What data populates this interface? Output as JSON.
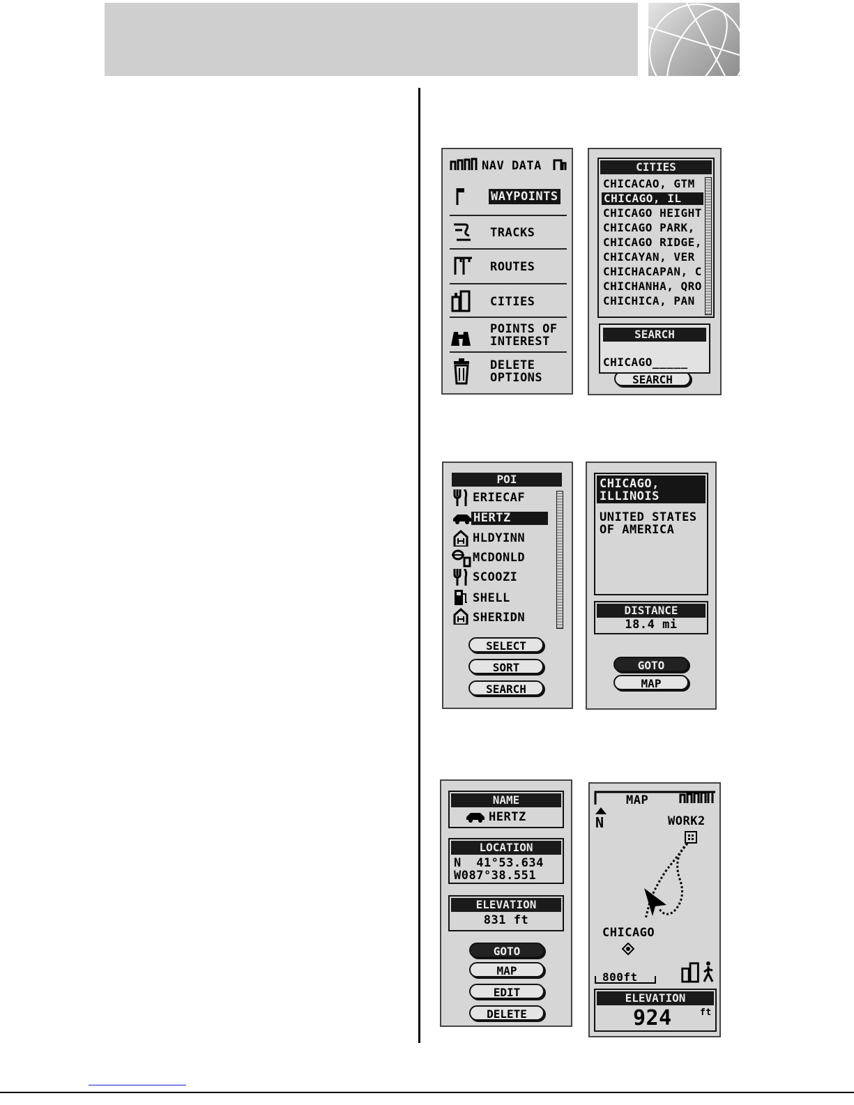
{
  "screens": {
    "nav_data": {
      "title": "NAV DATA",
      "items": [
        "WAYPOINTS",
        "TRACKS",
        "ROUTES",
        "CITIES"
      ],
      "poi_line1": "POINTS OF",
      "poi_line2": "INTEREST",
      "delete_line1": "DELETE",
      "delete_line2": "OPTIONS"
    },
    "cities": {
      "title": "CITIES",
      "items": [
        "CHICACAO, GTM",
        "CHICAGO, IL",
        "CHICAGO HEIGHT",
        "CHICAGO PARK,",
        "CHICAGO RIDGE,",
        "CHICAYAN, VER",
        "CHICHACAPAN, C",
        "CHICHANHA, QRO",
        "CHICHICA, PAN"
      ],
      "search_title": "SEARCH",
      "search_value": "CHICAGO_____",
      "search_button": "SEARCH"
    },
    "poi": {
      "title": "POI",
      "items": [
        "ERIECAF",
        "HERTZ",
        "HLDYINN",
        "MCDONLD",
        "SCOOZI",
        "SHELL",
        "SHERIDN"
      ],
      "select": "SELECT",
      "sort": "SORT",
      "search": "SEARCH"
    },
    "city_detail": {
      "name_line1": "CHICAGO,",
      "name_line2": "ILLINOIS",
      "country_line1": "UNITED STATES",
      "country_line2": "OF AMERICA",
      "distance_label": "DISTANCE",
      "distance_value": "18.4 mi",
      "goto": "GOTO",
      "map": "MAP"
    },
    "poi_detail": {
      "name_label": "NAME",
      "name_value": "HERTZ",
      "location_label": "LOCATION",
      "lat": "N  41°53.634",
      "lon": "W087°38.551",
      "elevation_label": "ELEVATION",
      "elevation_value": "831 ft",
      "goto": "GOTO",
      "map": "MAP",
      "edit": "EDIT",
      "delete": "DELETE"
    },
    "map": {
      "title": "MAP",
      "north": "N",
      "waypoint": "WORK2",
      "city": "CHICAGO",
      "scale": "800ft",
      "elevation_label": "ELEVATION",
      "elevation_value": "924",
      "elevation_unit": "ft"
    }
  },
  "icons": [
    "globe-icon",
    "signal-bars-icon",
    "flag-icon",
    "track-icon",
    "route-icon",
    "city-icon",
    "binoculars-icon",
    "trash-icon",
    "restaurant-icon",
    "car-icon",
    "hotel-icon",
    "fastfood-icon",
    "fuel-icon",
    "building-icon",
    "city-marker-icon",
    "hiker-icon",
    "position-arrow-icon"
  ]
}
